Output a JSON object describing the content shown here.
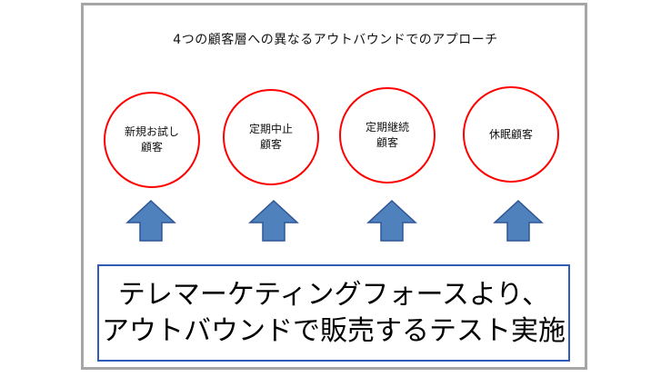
{
  "title": "4つの顧客層への異なるアウトバウンドでのアプローチ",
  "segments": [
    {
      "label": "新規お試し\n顧客"
    },
    {
      "label": "定期中止\n顧客"
    },
    {
      "label": "定期継続\n顧客"
    },
    {
      "label": "休眠顧客"
    }
  ],
  "bottom": {
    "line1": "テレマーケティングフォースより、",
    "line2": "アウトバウンドで販売するテスト実施"
  },
  "colors": {
    "circle_border": "#ff0000",
    "arrow_fill": "#4f81bd",
    "arrow_stroke": "#2f5597",
    "box_border": "#2e5cb8",
    "frame_border": "#a6a6a6"
  }
}
